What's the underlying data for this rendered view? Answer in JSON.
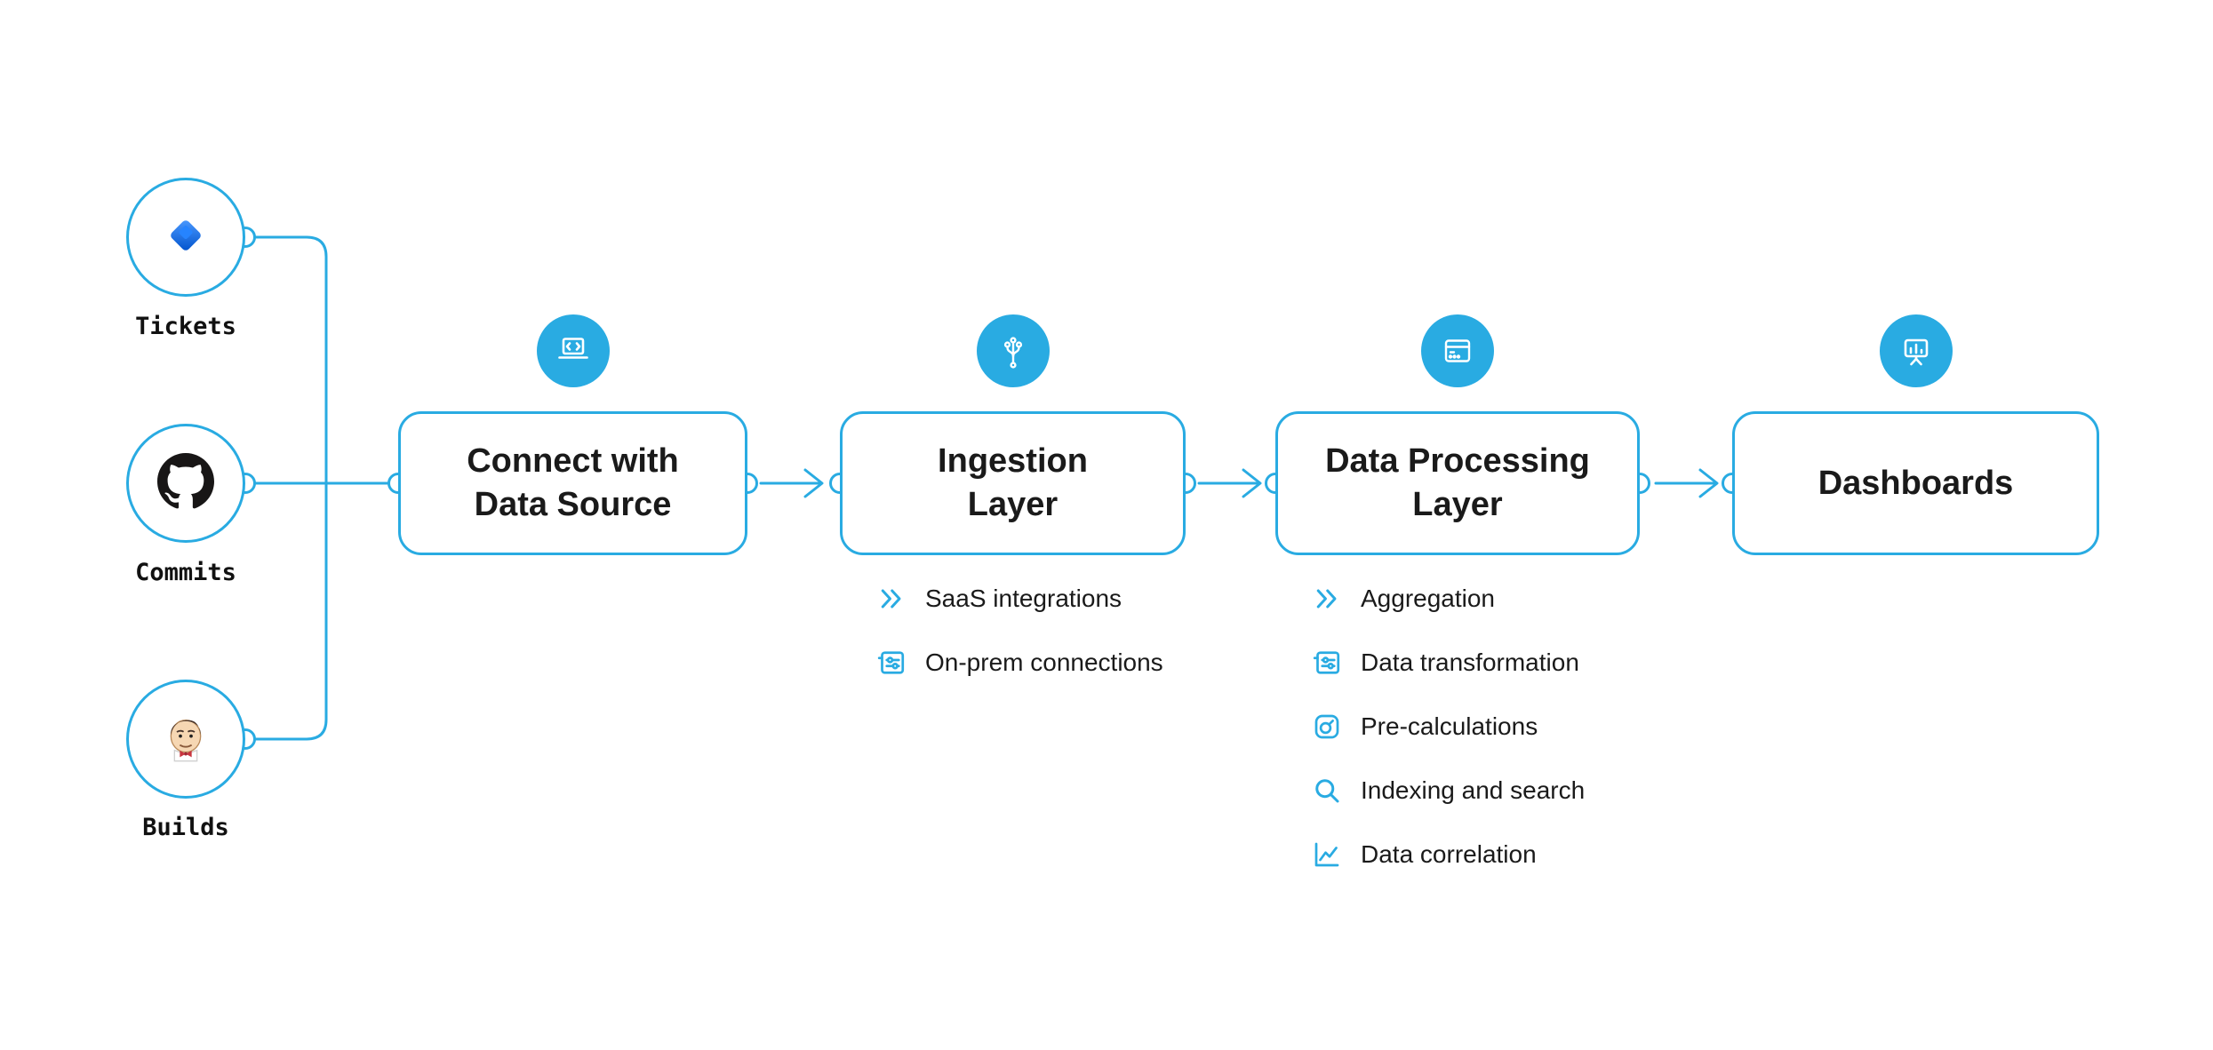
{
  "colors": {
    "accent": "#29abe2",
    "text": "#1a1a1a",
    "background": "#ffffff",
    "jira_blue": "#2684ff",
    "github_black": "#181616",
    "jenkins_red": "#c9353f"
  },
  "sources": [
    {
      "label": "Tickets",
      "icon": "jira-icon"
    },
    {
      "label": "Commits",
      "icon": "github-icon"
    },
    {
      "label": "Builds",
      "icon": "jenkins-icon"
    }
  ],
  "stages": [
    {
      "title": "Connect with Data Source",
      "icon": "laptop-code-icon",
      "items": []
    },
    {
      "title": "Ingestion Layer",
      "icon": "network-branch-icon",
      "items": [
        {
          "label": "SaaS integrations",
          "icon": "double-chevron-icon"
        },
        {
          "label": "On-prem connections",
          "icon": "sliders-window-icon"
        }
      ]
    },
    {
      "title": "Data Processing Layer",
      "icon": "browser-window-icon",
      "items": [
        {
          "label": "Aggregation",
          "icon": "double-chevron-icon"
        },
        {
          "label": "Data transformation",
          "icon": "sliders-window-icon"
        },
        {
          "label": "Pre-calculations",
          "icon": "gauge-icon"
        },
        {
          "label": "Indexing and search",
          "icon": "search-icon"
        },
        {
          "label": "Data correlation",
          "icon": "line-chart-icon"
        }
      ]
    },
    {
      "title": "Dashboards",
      "icon": "presentation-chart-icon",
      "items": []
    }
  ]
}
